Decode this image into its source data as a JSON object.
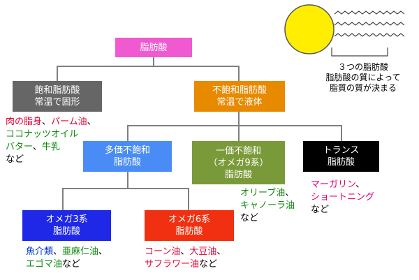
{
  "colors": {
    "red": "#e60033",
    "pink": "#e6006e",
    "green": "#0f8a0f",
    "blue": "#0033cc",
    "black": "#000000",
    "connector": "#808080"
  },
  "boxes": {
    "root": {
      "lines": [
        "脂肪酸"
      ],
      "color": "#f05ad0"
    },
    "saturated": {
      "lines": [
        "飽和脂肪酸",
        "常温で固形"
      ],
      "color": "#666666"
    },
    "unsaturated": {
      "lines": [
        "不飽和脂肪酸",
        "常温で液体"
      ],
      "color": "#e88a00"
    },
    "poly": {
      "lines": [
        "多価不飽和",
        "脂肪酸"
      ],
      "color": "#4a8cf5"
    },
    "mono": {
      "lines": [
        "一価不飽和",
        "（オメガ9系）",
        "脂肪酸"
      ],
      "color": "#7a9a3a"
    },
    "trans": {
      "lines": [
        "トランス",
        "脂肪酸"
      ],
      "color": "#000000"
    },
    "omega3": {
      "lines": [
        "オメガ3系",
        "脂肪酸"
      ],
      "color": "#1e28e6"
    },
    "omega6": {
      "lines": [
        "オメガ6系",
        "脂肪酸"
      ],
      "color": "#f03010"
    }
  },
  "examples": {
    "saturated": [
      [
        {
          "t": "肉の脂身",
          "c": "red"
        },
        {
          "t": "、",
          "c": "black"
        },
        {
          "t": "パーム油",
          "c": "red"
        },
        {
          "t": "、",
          "c": "black"
        }
      ],
      [
        {
          "t": "ココナッツオイル",
          "c": "green"
        }
      ],
      [
        {
          "t": "バター",
          "c": "green"
        },
        {
          "t": "、",
          "c": "black"
        },
        {
          "t": "牛乳",
          "c": "green"
        }
      ],
      [
        {
          "t": "など",
          "c": "black"
        }
      ]
    ],
    "mono": [
      [
        {
          "t": "オリーブ油",
          "c": "green"
        },
        {
          "t": "、",
          "c": "black"
        }
      ],
      [
        {
          "t": "キャノーラ油",
          "c": "green"
        }
      ],
      [
        {
          "t": "など",
          "c": "black"
        }
      ]
    ],
    "trans": [
      [
        {
          "t": "マーガリン",
          "c": "pink"
        },
        {
          "t": "、",
          "c": "black"
        }
      ],
      [
        {
          "t": "ショートニング",
          "c": "pink"
        }
      ],
      [
        {
          "t": "など",
          "c": "black"
        }
      ]
    ],
    "omega3": [
      [
        {
          "t": "魚介類",
          "c": "blue"
        },
        {
          "t": "、",
          "c": "black"
        },
        {
          "t": "亜麻仁油",
          "c": "green"
        },
        {
          "t": "、",
          "c": "black"
        }
      ],
      [
        {
          "t": "エゴマ油",
          "c": "green"
        },
        {
          "t": "など",
          "c": "black"
        }
      ]
    ],
    "omega6": [
      [
        {
          "t": "コーン油",
          "c": "red"
        },
        {
          "t": "、",
          "c": "black"
        },
        {
          "t": "大豆油",
          "c": "red"
        },
        {
          "t": "、",
          "c": "black"
        }
      ],
      [
        {
          "t": "サフラワー油",
          "c": "red"
        },
        {
          "t": "など",
          "c": "black"
        }
      ]
    ]
  },
  "note": {
    "lines": [
      "３つの脂肪酸",
      "脂肪酸の質によって",
      "脂質の質が決まる"
    ],
    "sun_color": "#ffee00"
  }
}
